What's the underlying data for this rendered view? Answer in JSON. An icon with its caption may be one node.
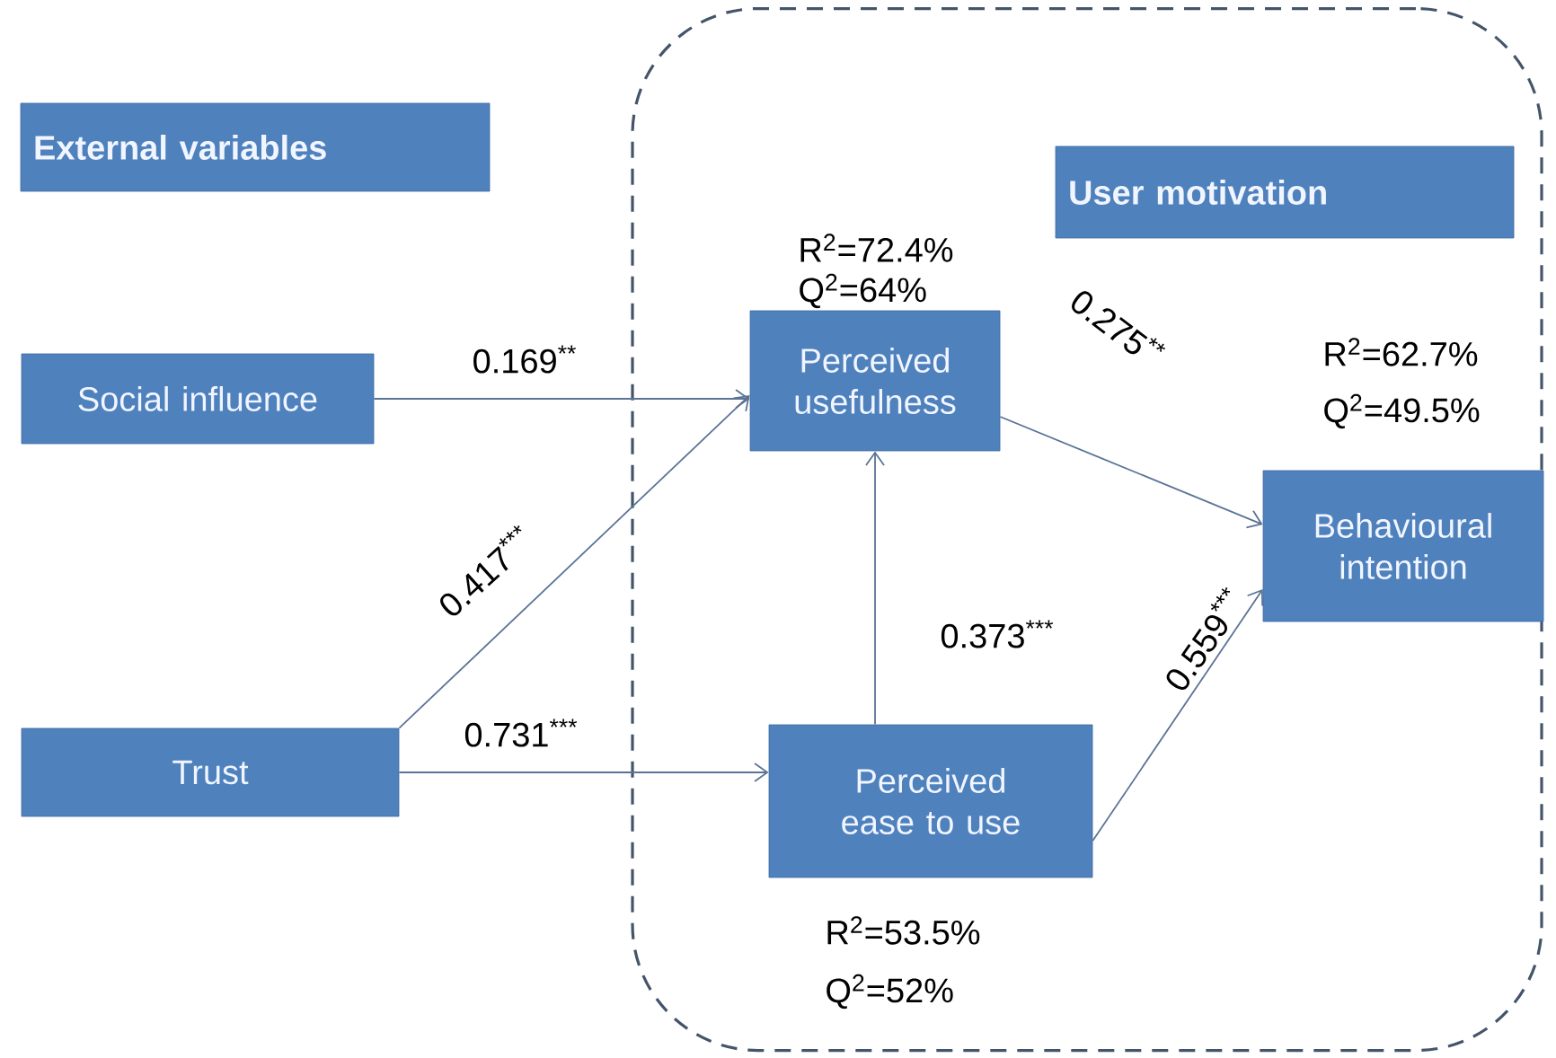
{
  "diagram": {
    "nodes": [
      {
        "text": [
          "External variables"
        ]
      },
      {
        "text": [],
        "shape": "box"
      },
      {
        "text": [
          "User motivation"
        ],
        "in": 1
      },
      {
        "text": [
          "Social influence"
        ]
      },
      {
        "text": [
          "Perceived usefulness"
        ],
        "in": 1,
        "beside": [
          "R$^{2}$=72.4%",
          "Q$^{2}$=64%"
        ]
      },
      {
        "text": [
          "Behavioural intention"
        ],
        "in": 1,
        "beside": [
          "R$^{2}$=62.7%",
          "Q$^{2}$=49.5%"
        ]
      },
      {
        "text": [
          "Trust"
        ]
      },
      {
        "text": [
          "Perceived ease to use"
        ],
        "in": 1,
        "beside": [
          "R$^{2}$=53.5%",
          "Q$^{2}$=52%"
        ]
      }
    ],
    "edges": [
      {
        "from": 3,
        "to": 4,
        "arrow": "to",
        "label": "0.169$^{**}$"
      },
      {
        "from": 6,
        "to": 4,
        "arrow": "to",
        "label": "0.417$^{***}$"
      },
      {
        "from": 6,
        "to": 7,
        "arrow": "to",
        "label": "0.731$^{***}$"
      },
      {
        "from": 7,
        "to": 4,
        "arrow": "to",
        "label": "0.373$^{***}$"
      },
      {
        "from": 4,
        "to": 5,
        "arrow": "to",
        "label": "0.275$^{**}$"
      },
      {
        "from": 7,
        "to": 5,
        "arrow": "to",
        "label": "0.559$^{***}$"
      }
    ]
  }
}
